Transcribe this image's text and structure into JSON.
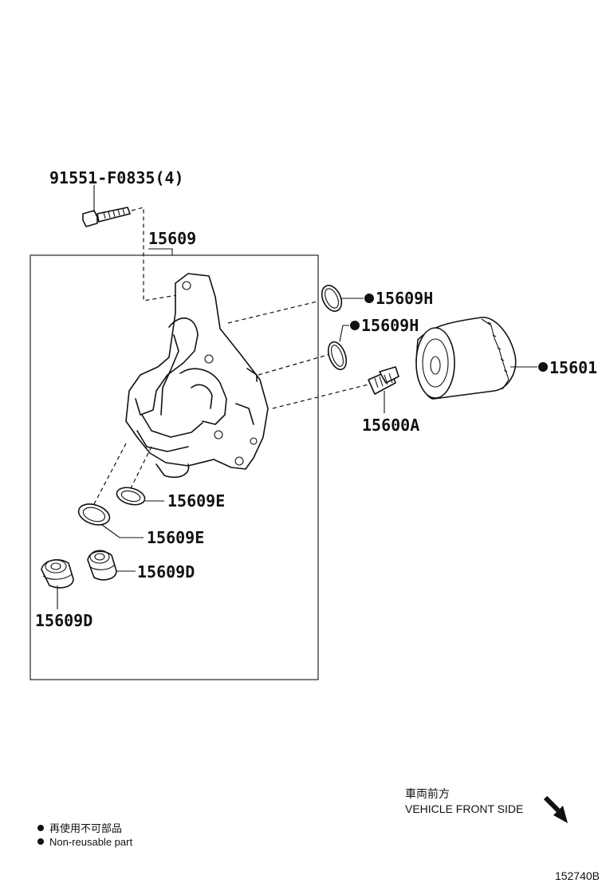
{
  "parts": {
    "bolt": "91551-F0835(4)",
    "oil_filter_bracket": "15609",
    "oring_h_upper": "15609H",
    "oring_h_lower": "15609H",
    "oil_filter": "15601",
    "union": "15600A",
    "gasket_e_upper": "15609E",
    "gasket_e_lower": "15609E",
    "plug_d_right": "15609D",
    "plug_d_left": "15609D"
  },
  "legend": {
    "line_jp": "再使用不可部品",
    "line_en": "Non-reusable part"
  },
  "direction": {
    "jp": "車両前方",
    "en": "VEHICLE FRONT SIDE"
  },
  "figure_code": "152740B"
}
